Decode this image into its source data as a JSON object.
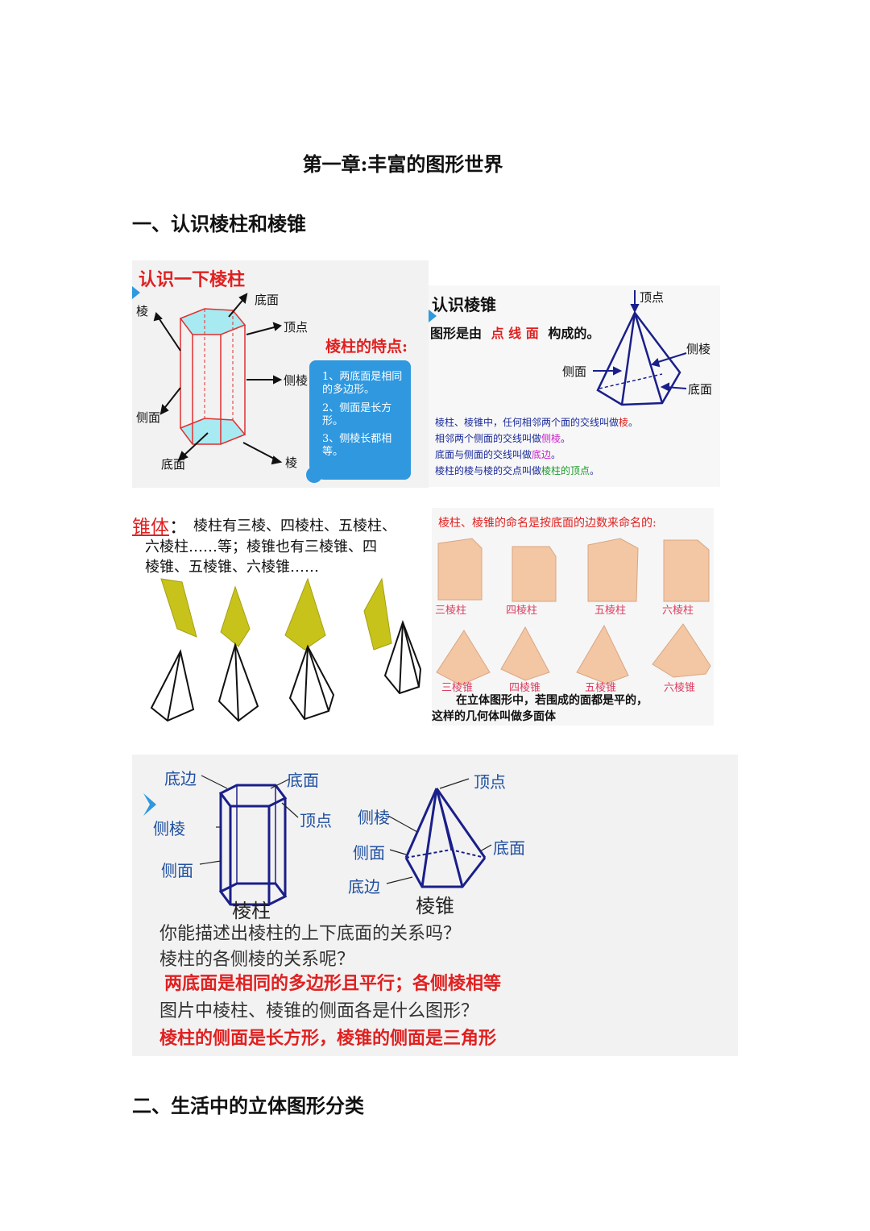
{
  "title": "第一章:丰富的图形世界",
  "section1": "一、认识棱柱和棱锥",
  "section2": "二、生活中的立体图形分类",
  "panel_prism": {
    "heading": "认识一下棱柱",
    "labels": [
      "棱",
      "底面",
      "顶点",
      "侧棱",
      "侧面",
      "底面",
      "棱"
    ],
    "features_title": "棱柱的特点:",
    "features": [
      "1、两底面是相同的多边形。",
      "2、侧面是长方形。",
      "3、侧棱长都相等。"
    ]
  },
  "panel_pyramid": {
    "heading": "认识棱锥",
    "intro_prefix": "图形是由",
    "intro_red": "点  线  面",
    "intro_suffix": "构成的。",
    "labels": [
      "顶点",
      "侧棱",
      "侧面",
      "底面"
    ],
    "defs": [
      {
        "pre": "棱柱、棱锥中，任何相邻两个面的交线叫做",
        "key": "棱",
        "post": "。",
        "color": "#1a2a9a",
        "key_color": "#e02020"
      },
      {
        "pre": "相邻两个侧面的交线叫做",
        "key": "侧棱",
        "post": "。",
        "color": "#1a2a9a",
        "key_color": "#cc22cc"
      },
      {
        "pre": "底面与侧面的交线叫做",
        "key": "底边",
        "post": "。",
        "color": "#1a2a9a",
        "key_color": "#cc22cc"
      },
      {
        "pre": "棱柱的棱与棱的交点叫做",
        "key": "棱柱的顶点",
        "post": "。",
        "color": "#1a2a9a",
        "key_color": "#1a9a2a"
      }
    ]
  },
  "panel_cone": {
    "heading": "锥体",
    "colon": "：",
    "text": "棱柱有三棱、四棱柱、五棱柱、六棱柱……等；棱锥也有三棱锥、四棱锥、五棱锥、六棱锥……",
    "line1": "棱柱有三棱、四棱柱、五棱柱、",
    "line2": "六棱柱……等；棱锥也有三棱锥、四",
    "line3": "棱锥、五棱锥、六棱锥……"
  },
  "panel_naming": {
    "heading": "棱柱、棱锥的命名是按底面的边数来命名的:",
    "prisms": [
      "三棱柱",
      "四棱柱",
      "五棱柱",
      "六棱柱"
    ],
    "pyramids": [
      "三棱锥",
      "四棱锥",
      "五棱锥",
      "六棱锥"
    ],
    "note1": "在立体图形中，若围成的面都是平的，",
    "note2": "这样的几何体叫做多面体"
  },
  "panel_compare": {
    "prism_labels": [
      "底边",
      "底面",
      "侧棱",
      "顶点",
      "侧面"
    ],
    "prism_name": "棱柱",
    "pyramid_labels": [
      "顶点",
      "侧棱",
      "侧面",
      "底面",
      "底边"
    ],
    "pyramid_name": "棱锥",
    "q1": "你能描述出棱柱的上下底面的关系吗？",
    "q2": "棱柱的各侧棱的关系呢？",
    "a1": "两底面是相同的多边形且平行；各侧棱相等",
    "q3": "图片中棱柱、棱锥的侧面各是什么图形？",
    "a2": "棱柱的侧面是长方形，棱锥的侧面是三角形"
  },
  "colors": {
    "accent_blue": "#2f98df",
    "red": "#e02020",
    "cyan": "#bfeff4",
    "yellow": "#c8c31a",
    "peach": "#f3c6a4"
  }
}
